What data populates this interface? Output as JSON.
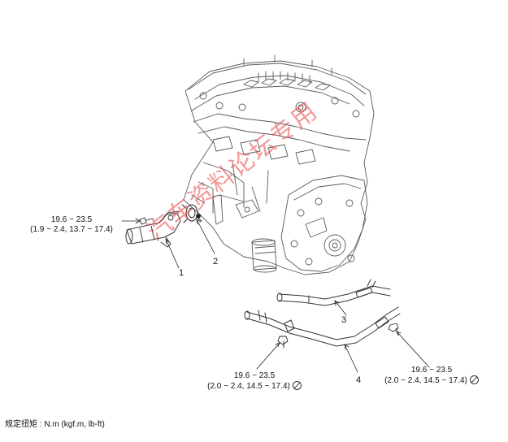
{
  "callouts": {
    "item1": "1",
    "item2": "2",
    "item3": "3",
    "item4": "4"
  },
  "torque_specs": [
    {
      "range": "19.6 ~ 23.5",
      "detail": "(1.9 ~ 2.4, 13.7 ~ 17.4)",
      "reuse_prohibited": false
    },
    {
      "range": "19.6 ~ 23.5",
      "detail": "(2.0 ~ 2.4, 14.5 ~ 17.4)",
      "reuse_prohibited": true
    },
    {
      "range": "19.6 ~ 23.5",
      "detail": "(2.0 ~ 2.4, 14.5 ~ 17.4)",
      "reuse_prohibited": true
    }
  ],
  "footer": {
    "unit_note": "规定扭矩 : N.m (kgf.m, lb-ft)"
  },
  "watermark": {
    "text": "汽车资料论坛专用"
  },
  "icons": {
    "reuse_prohibited": "no-reuse-icon"
  },
  "colors": {
    "line": "#333333",
    "watermark": "#e84646"
  }
}
